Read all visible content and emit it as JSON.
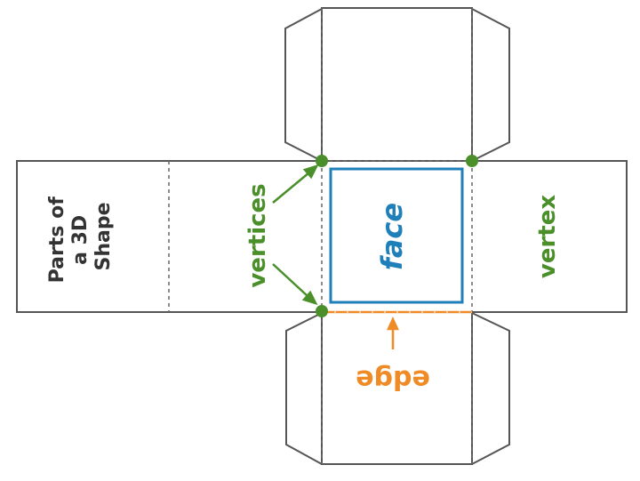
{
  "title_lines": [
    "Parts of",
    "a 3D",
    "Shape"
  ],
  "labels": {
    "vertices": "vertices",
    "face": "face",
    "vertex": "vertex",
    "edge": "edge"
  },
  "colors": {
    "outline": "#555555",
    "vertex_green": "#4a8f2a",
    "face_blue": "#1f7fb8",
    "edge_orange": "#f08a24",
    "title_text": "#333333"
  }
}
